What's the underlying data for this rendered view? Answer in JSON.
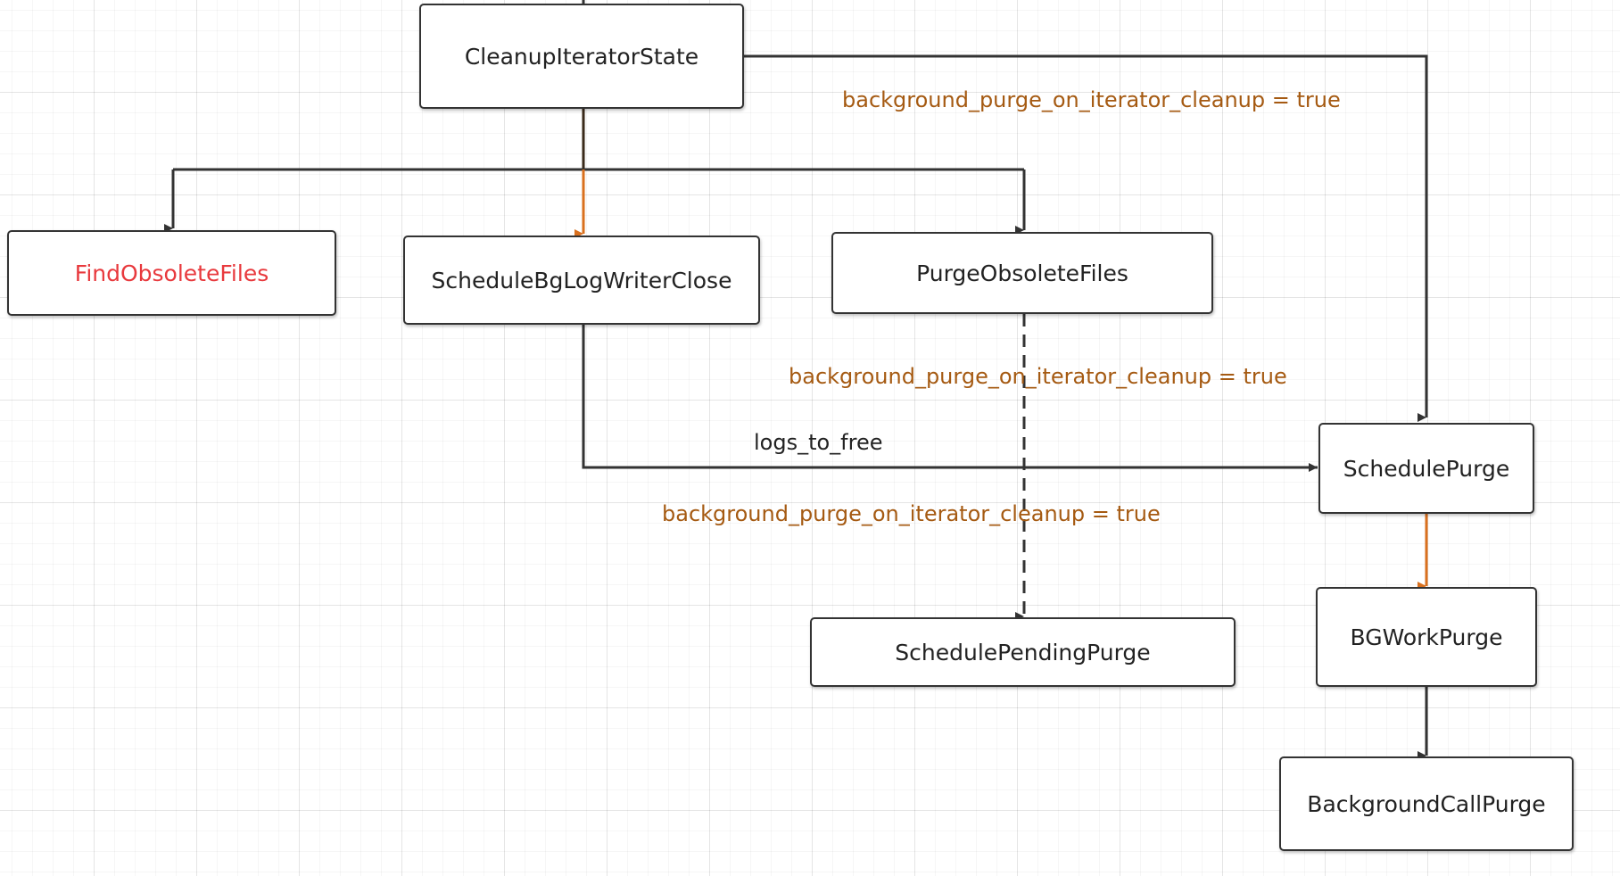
{
  "nodes": {
    "cleanup_iterator_state": "CleanupIteratorState",
    "find_obsolete_files": "FindObsoleteFiles",
    "schedule_bg_log_writer_close": "ScheduleBgLogWriterClose",
    "purge_obsolete_files": "PurgeObsoleteFiles",
    "schedule_purge": "SchedulePurge",
    "schedule_pending_purge": "SchedulePendingPurge",
    "bg_work_purge": "BGWorkPurge",
    "background_call_purge": "BackgroundCallPurge"
  },
  "edge_labels": {
    "condition_top": "background_purge_on_iterator_cleanup = true",
    "condition_middle": "background_purge_on_iterator_cleanup = true",
    "logs_to_free": "logs_to_free",
    "condition_lower": "background_purge_on_iterator_cleanup = true"
  },
  "colors": {
    "edge_default": "#333333",
    "edge_highlight": "#d9701e",
    "node_text_highlight": "#e8393d",
    "label_condition": "#a55a12"
  }
}
